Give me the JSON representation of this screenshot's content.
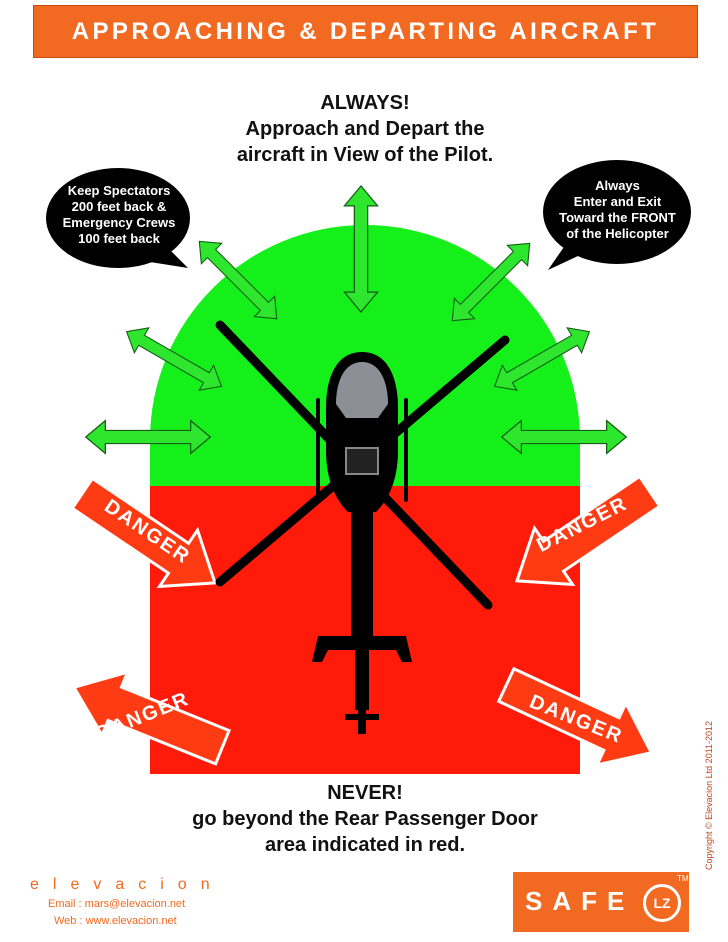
{
  "header": {
    "title": "APPROACHING & DEPARTING AIRCRAFT"
  },
  "top_message": {
    "line1": "ALWAYS!",
    "line2": "Approach and Depart the",
    "line3": "aircraft in View of the Pilot."
  },
  "left_bubble": {
    "line1": "Keep Spectators",
    "line2": "200 feet back &",
    "line3": "Emergency Crews",
    "line4": "100 feet back"
  },
  "right_bubble": {
    "line1": "Always",
    "line2": "Enter and Exit",
    "line3": "Toward the FRONT",
    "line4": "of the Helicopter"
  },
  "danger_label": "DANGER",
  "bottom_message": {
    "line1": "NEVER!",
    "line2": "go beyond the Rear Passenger Door",
    "line3": "area indicated in red."
  },
  "copyright": "Copyright © Elevacion Ltd 2011-2012",
  "footer": {
    "brand": "elevacion",
    "email": "Email : mars@elevacion.net",
    "web": "Web : www.elevacion.net"
  },
  "logo": {
    "word": "SAFE",
    "mark": "LZ",
    "tm": "TM"
  },
  "colors": {
    "safe_zone": "#15f01a",
    "danger_zone": "#ff1a0a",
    "accent": "#f26a21",
    "arrow_green": "#2ee62e",
    "arrow_red": "#ff3b14"
  }
}
